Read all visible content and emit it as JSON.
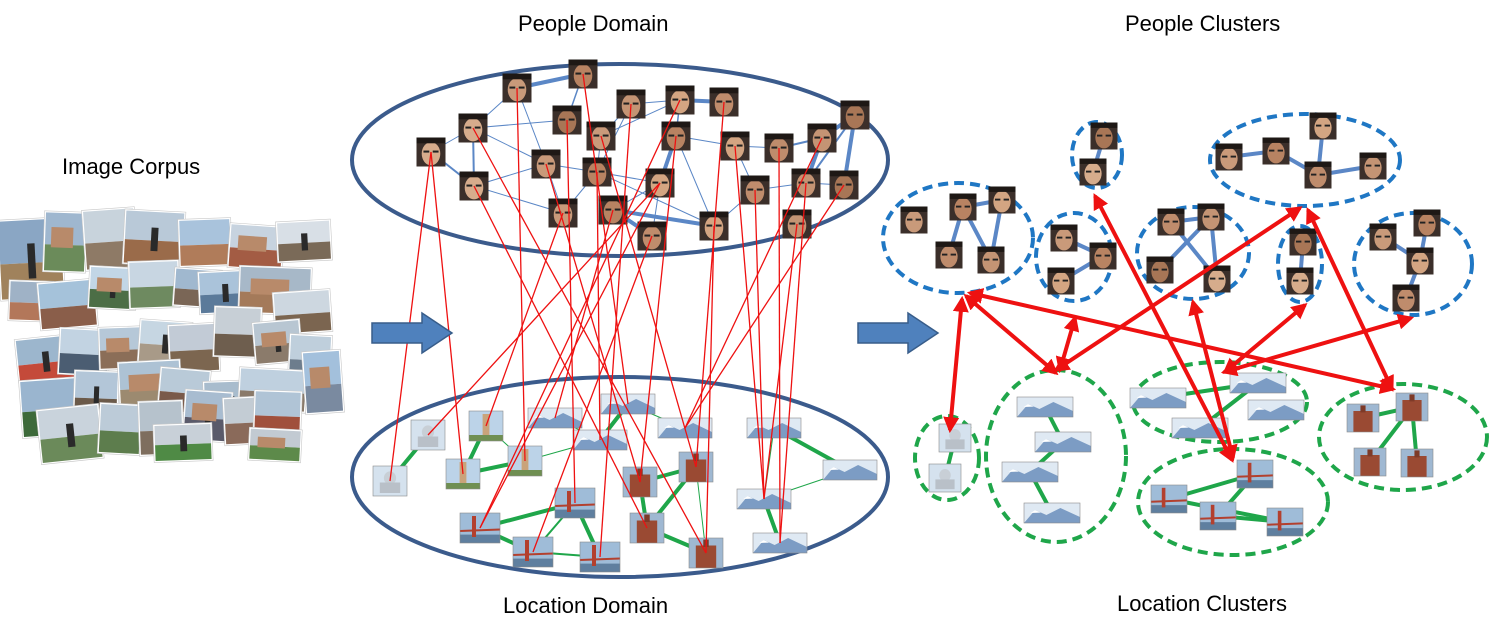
{
  "labels": {
    "image_corpus": "Image Corpus",
    "people_domain": "People Domain",
    "location_domain": "Location Domain",
    "people_clusters": "People Clusters",
    "location_clusters": "Location Clusters"
  },
  "colors": {
    "domain_ellipse": "#3b5b8c",
    "arrow": "#4f81bd",
    "arrow_outline": "#385d8a",
    "people_cluster": "#1f77c4",
    "location_cluster": "#1fa64a",
    "people_edge": "#5b87c6",
    "location_edge": "#1fa64a",
    "cross_link": "#ee1111"
  },
  "icons": {
    "face": "face-thumbnail",
    "location": "location-thumbnail",
    "process_arrow": "right-arrow-icon",
    "cluster_link": "double-headed-arrow-icon"
  }
}
